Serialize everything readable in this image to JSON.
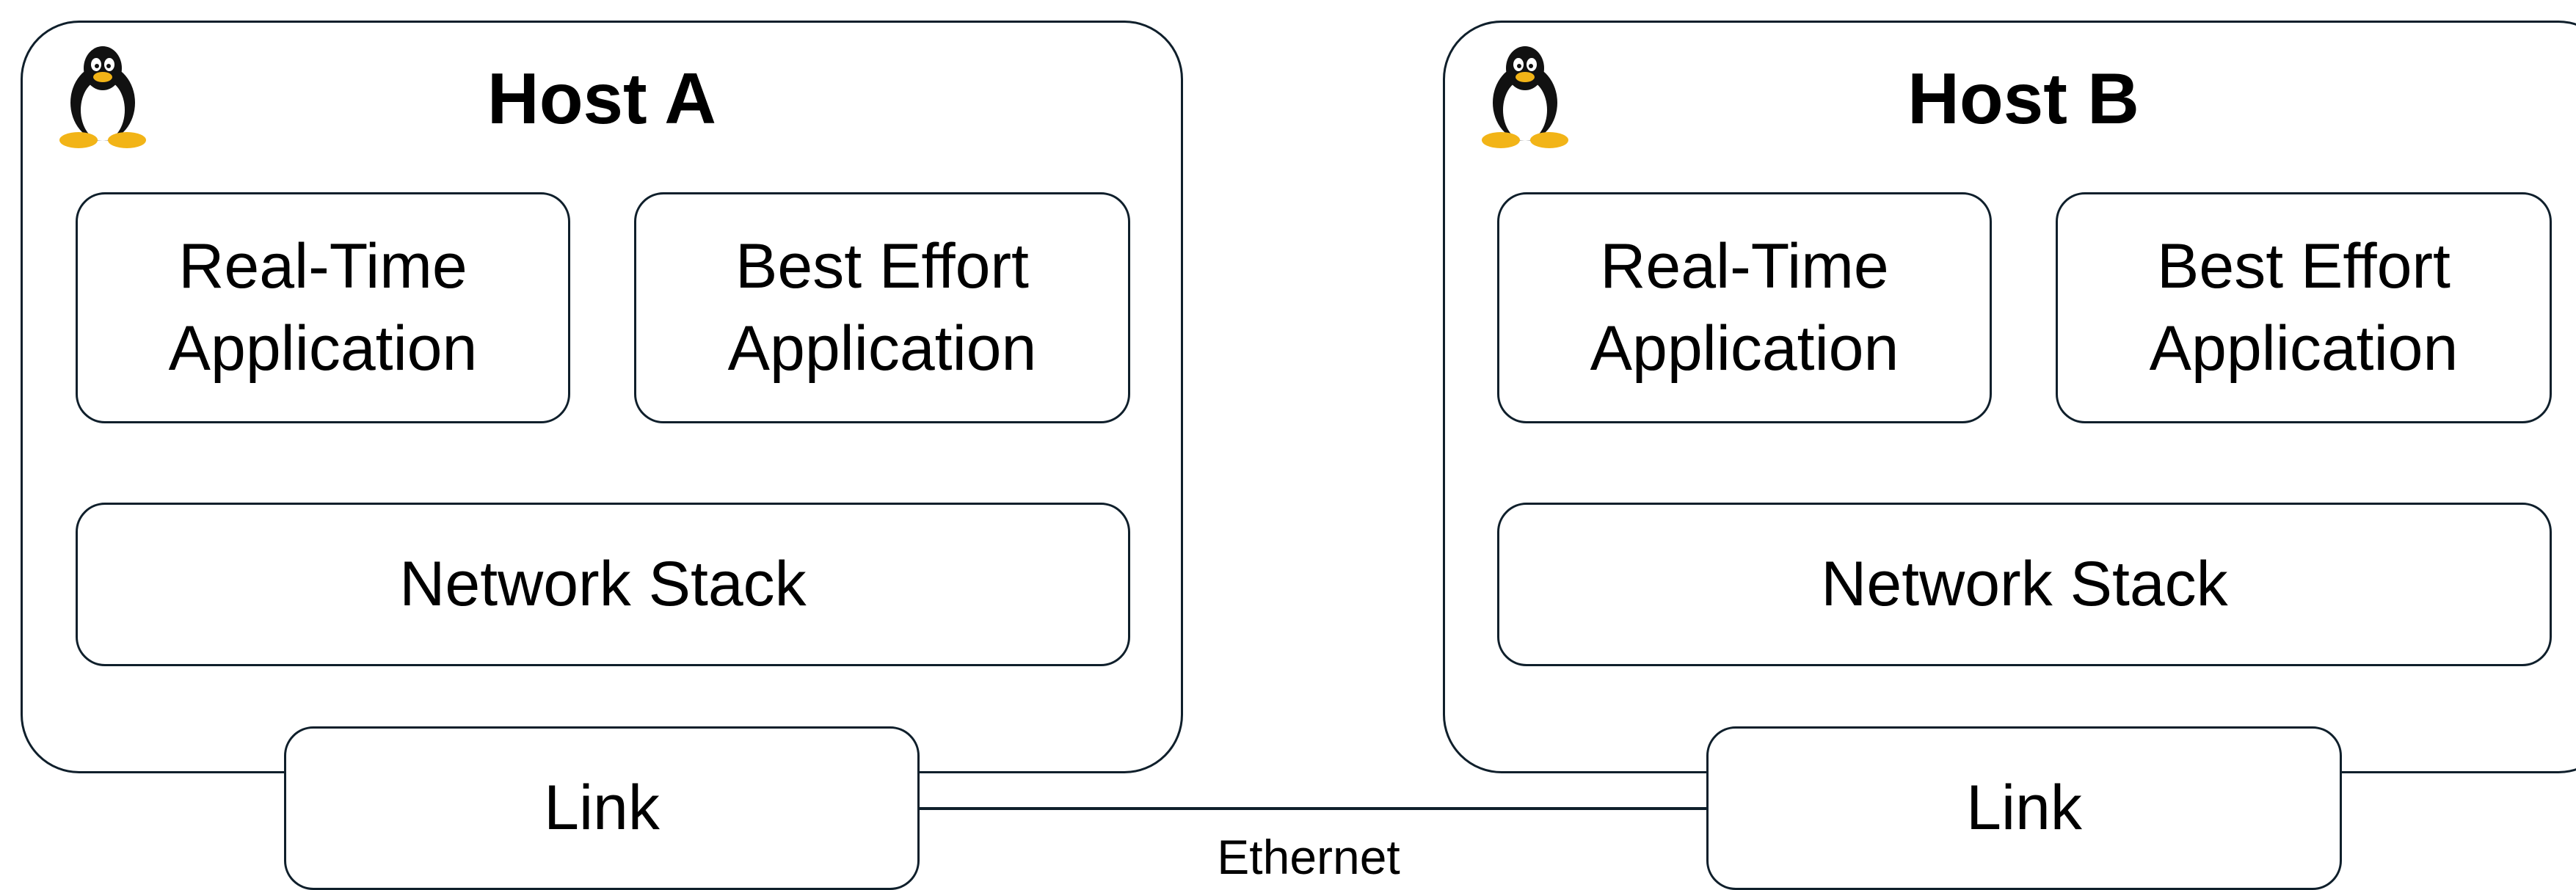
{
  "hosts": [
    {
      "title": "Host A",
      "rt_app": [
        "Real-Time",
        "Application"
      ],
      "be_app": [
        "Best Effort",
        "Application"
      ],
      "network_stack": "Network Stack",
      "link": "Link",
      "icon": "linux-tux-icon"
    },
    {
      "title": "Host B",
      "rt_app": [
        "Real-Time",
        "Application"
      ],
      "be_app": [
        "Best Effort",
        "Application"
      ],
      "network_stack": "Network Stack",
      "link": "Link",
      "icon": "linux-tux-icon"
    }
  ],
  "connection_label": "Ethernet",
  "colors": {
    "border": "#0f1f2b",
    "realtime_wire": "#a8dc8c",
    "best_effort_wire": "#e01010",
    "link_wire": "#0f1f2b"
  }
}
